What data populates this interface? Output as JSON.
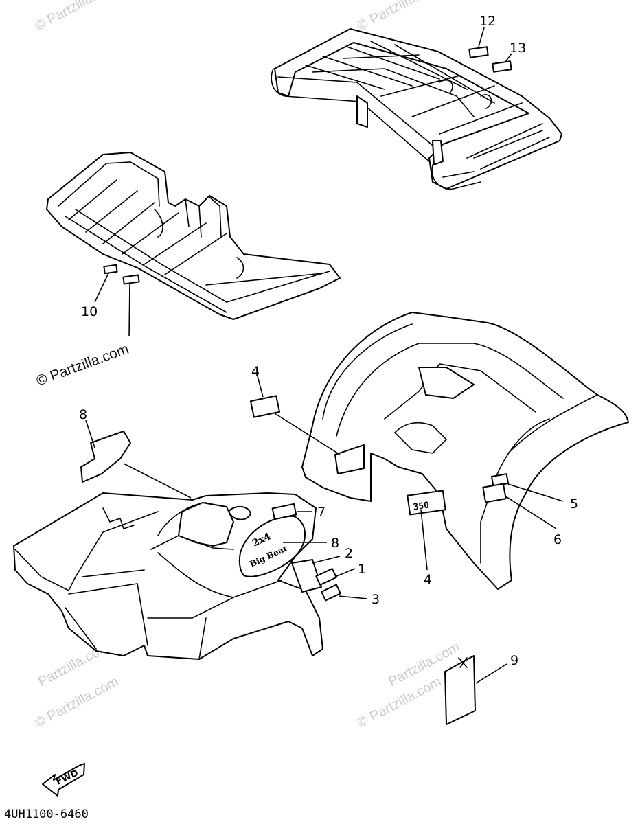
{
  "watermarks": {
    "brand": "© Partzilla.com",
    "overlay": "Partzilla.com",
    "primary_notice": "© Partzilla.com"
  },
  "callouts": [
    "1",
    "2",
    "3",
    "4",
    "4",
    "5",
    "6",
    "7",
    "8",
    "8",
    "9",
    "10",
    "12",
    "13"
  ],
  "decals": {
    "fender_decal_line1": "2x4",
    "fender_decal_line2": "Big Bear",
    "rear_badge": "350"
  },
  "direction_marker": "FWD",
  "diagram_code": "4UH1100-6460",
  "colors": {
    "ink": "#000000",
    "watermark": "#c9c9c9",
    "paper": "#ffffff"
  }
}
